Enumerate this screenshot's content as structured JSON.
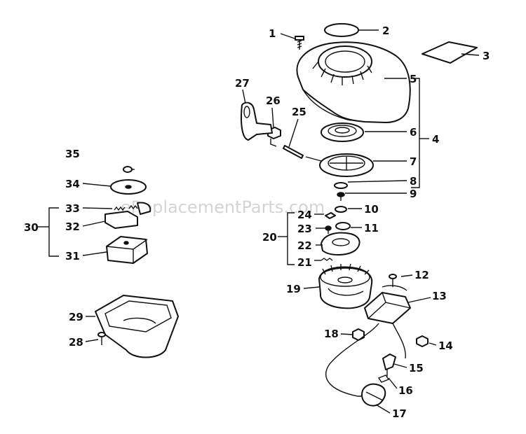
{
  "watermark": "eReplacementParts.com",
  "callouts": [
    {
      "id": "c1",
      "text": "1"
    },
    {
      "id": "c2",
      "text": "2"
    },
    {
      "id": "c3",
      "text": "3"
    },
    {
      "id": "c4",
      "text": "4"
    },
    {
      "id": "c5",
      "text": "5"
    },
    {
      "id": "c6",
      "text": "6"
    },
    {
      "id": "c7",
      "text": "7"
    },
    {
      "id": "c8",
      "text": "8"
    },
    {
      "id": "c9",
      "text": "9"
    },
    {
      "id": "c10",
      "text": "10"
    },
    {
      "id": "c11",
      "text": "11"
    },
    {
      "id": "c12",
      "text": "12"
    },
    {
      "id": "c13",
      "text": "13"
    },
    {
      "id": "c14",
      "text": "14"
    },
    {
      "id": "c15",
      "text": "15"
    },
    {
      "id": "c16",
      "text": "16"
    },
    {
      "id": "c17",
      "text": "17"
    },
    {
      "id": "c18",
      "text": "18"
    },
    {
      "id": "c19",
      "text": "19"
    },
    {
      "id": "c20",
      "text": "20"
    },
    {
      "id": "c21",
      "text": "21"
    },
    {
      "id": "c22",
      "text": "22"
    },
    {
      "id": "c23",
      "text": "23"
    },
    {
      "id": "c24",
      "text": "24"
    },
    {
      "id": "c25",
      "text": "25"
    },
    {
      "id": "c26",
      "text": "26"
    },
    {
      "id": "c27",
      "text": "27"
    },
    {
      "id": "c28",
      "text": "28"
    },
    {
      "id": "c29",
      "text": "29"
    },
    {
      "id": "c30",
      "text": "30"
    },
    {
      "id": "c31",
      "text": "31"
    },
    {
      "id": "c32",
      "text": "32"
    },
    {
      "id": "c33",
      "text": "33"
    },
    {
      "id": "c34",
      "text": "34"
    },
    {
      "id": "c35",
      "text": "35"
    }
  ]
}
